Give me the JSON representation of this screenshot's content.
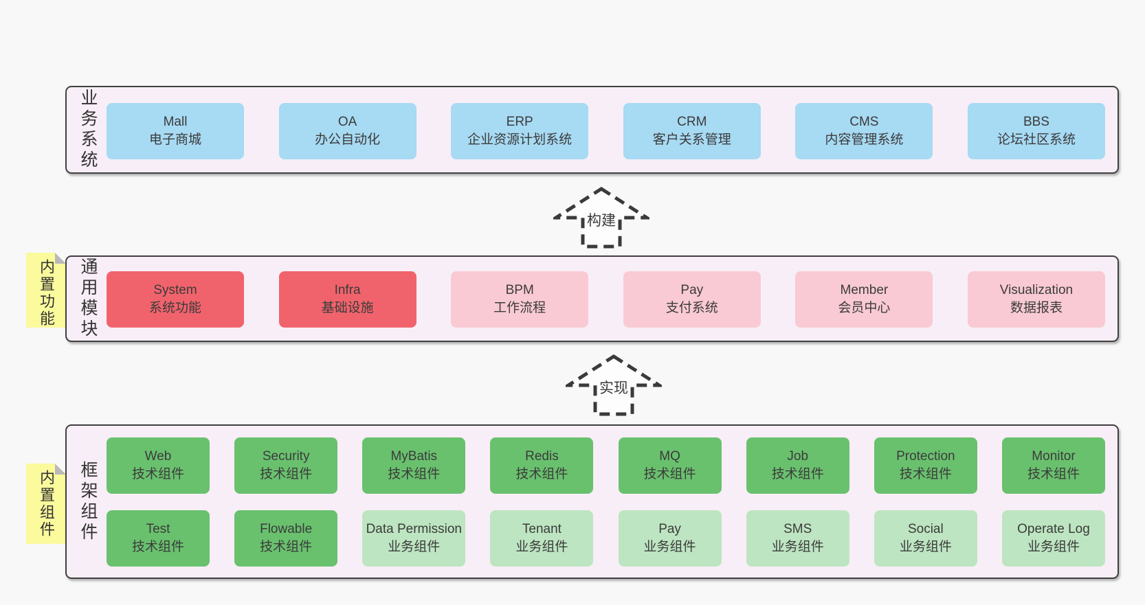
{
  "palette": {
    "page_bg": "#f8f8f8",
    "section_bg": "#f8eef7",
    "section_border": "#3f3f3f",
    "blue": "#a7daf3",
    "red": "#f1636c",
    "pink": "#f9cad3",
    "green_dark": "#69c16e",
    "green_light": "#bde5c1",
    "sticky_yellow": "#fbfa9c",
    "fold_gray": "#b9b9b9",
    "text": "#3b3b3b"
  },
  "arrows": {
    "build": "构建",
    "implement": "实现"
  },
  "sections": {
    "business": {
      "label": "业务系统",
      "items": [
        {
          "title": "Mall",
          "subtitle": "电子商城"
        },
        {
          "title": "OA",
          "subtitle": "办公自动化"
        },
        {
          "title": "ERP",
          "subtitle": "企业资源计划系统"
        },
        {
          "title": "CRM",
          "subtitle": "客户关系管理"
        },
        {
          "title": "CMS",
          "subtitle": "内容管理系统"
        },
        {
          "title": "BBS",
          "subtitle": "论坛社区系统"
        }
      ]
    },
    "modules": {
      "label": "通用模块",
      "sticky": "内置功能",
      "items": [
        {
          "title": "System",
          "subtitle": "系统功能",
          "variant": "red"
        },
        {
          "title": "Infra",
          "subtitle": "基础设施",
          "variant": "red"
        },
        {
          "title": "BPM",
          "subtitle": "工作流程",
          "variant": "pink"
        },
        {
          "title": "Pay",
          "subtitle": "支付系统",
          "variant": "pink"
        },
        {
          "title": "Member",
          "subtitle": "会员中心",
          "variant": "pink"
        },
        {
          "title": "Visualization",
          "subtitle": "数据报表",
          "variant": "pink"
        }
      ]
    },
    "framework": {
      "label": "框架组件",
      "sticky": "内置组件",
      "rows": [
        [
          {
            "title": "Web",
            "subtitle": "技术组件",
            "variant": "green"
          },
          {
            "title": "Security",
            "subtitle": "技术组件",
            "variant": "green"
          },
          {
            "title": "MyBatis",
            "subtitle": "技术组件",
            "variant": "green"
          },
          {
            "title": "Redis",
            "subtitle": "技术组件",
            "variant": "green"
          },
          {
            "title": "MQ",
            "subtitle": "技术组件",
            "variant": "green"
          },
          {
            "title": "Job",
            "subtitle": "技术组件",
            "variant": "green"
          },
          {
            "title": "Protection",
            "subtitle": "技术组件",
            "variant": "green"
          },
          {
            "title": "Monitor",
            "subtitle": "技术组件",
            "variant": "green"
          }
        ],
        [
          {
            "title": "Test",
            "subtitle": "技术组件",
            "variant": "green"
          },
          {
            "title": "Flowable",
            "subtitle": "技术组件",
            "variant": "green"
          },
          {
            "title": "Data Permission",
            "subtitle": "业务组件",
            "variant": "green-light"
          },
          {
            "title": "Tenant",
            "subtitle": "业务组件",
            "variant": "green-light"
          },
          {
            "title": "Pay",
            "subtitle": "业务组件",
            "variant": "green-light"
          },
          {
            "title": "SMS",
            "subtitle": "业务组件",
            "variant": "green-light"
          },
          {
            "title": "Social",
            "subtitle": "业务组件",
            "variant": "green-light"
          },
          {
            "title": "Operate Log",
            "subtitle": "业务组件",
            "variant": "green-light"
          }
        ]
      ]
    }
  }
}
